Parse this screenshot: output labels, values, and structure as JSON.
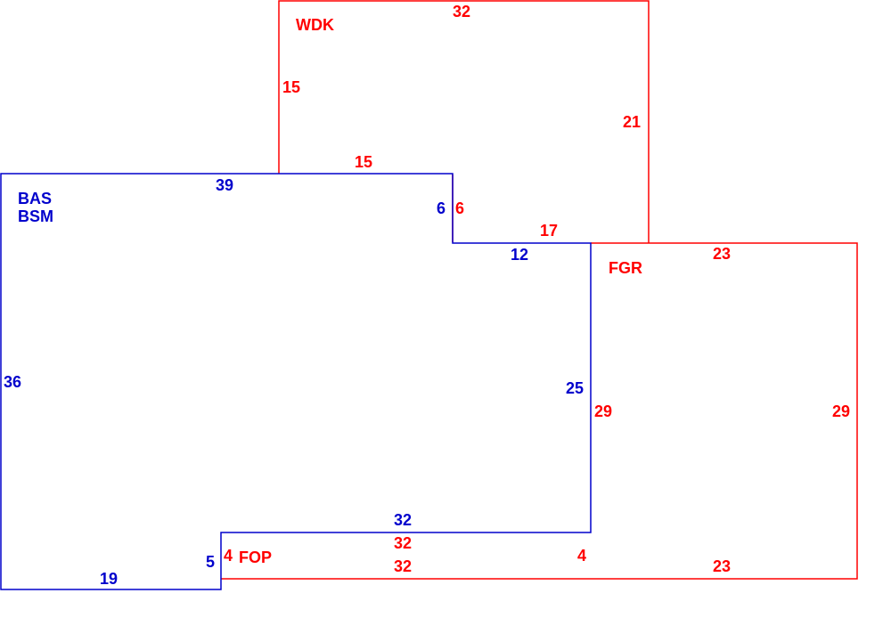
{
  "colors": {
    "red": "#ff0000",
    "blue": "#0000cc"
  },
  "areas": {
    "wdk": {
      "code": "WDK",
      "color": "red",
      "dims": [
        "32",
        "15",
        "21",
        "15",
        "6",
        "17"
      ]
    },
    "bas": {
      "code_1": "BAS",
      "code_2": "BSM",
      "color": "blue",
      "dims": [
        "39",
        "6",
        "12",
        "36",
        "25",
        "32",
        "5",
        "19"
      ]
    },
    "fgr": {
      "code": "FGR",
      "color": "red",
      "dims": [
        "23",
        "29",
        "29",
        "23"
      ]
    },
    "fop": {
      "code": "FOP",
      "color": "red",
      "dims": [
        "4",
        "32",
        "32",
        "4"
      ]
    }
  }
}
